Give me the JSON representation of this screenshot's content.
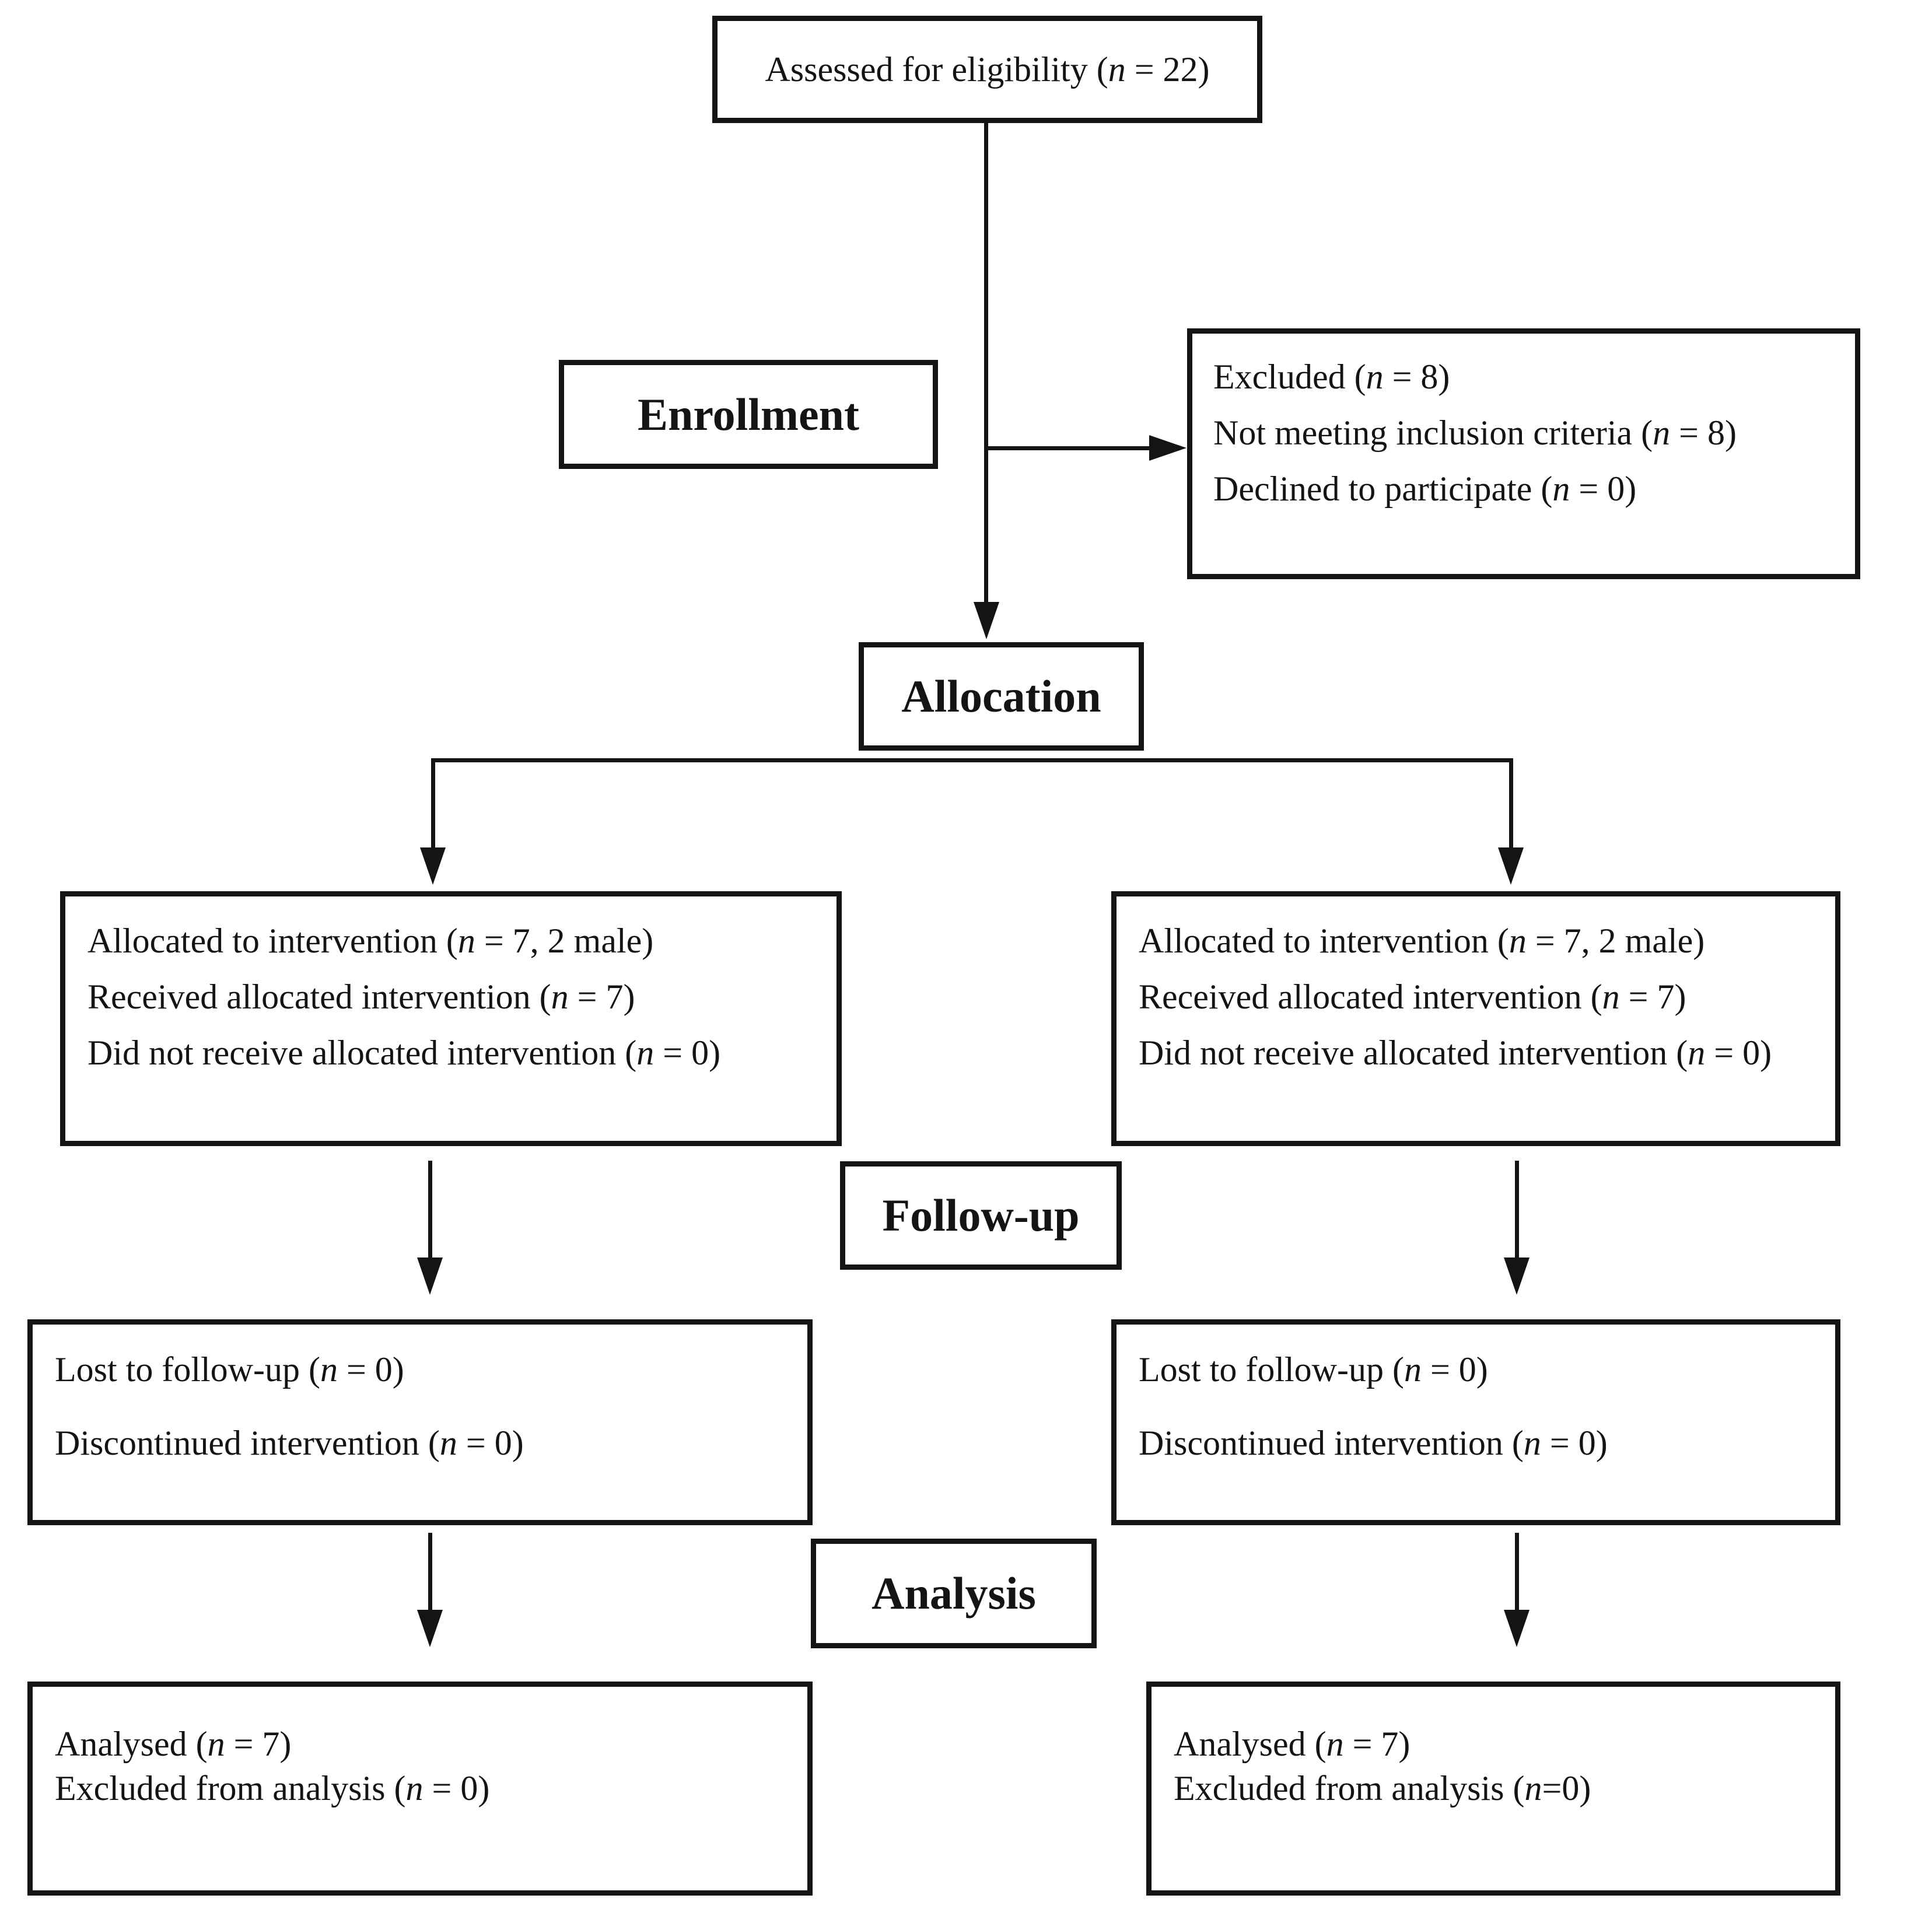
{
  "colors": {
    "ink": "#141414",
    "background": "#ffffff"
  },
  "stages": {
    "enrollment": "Enrollment",
    "allocation": "Allocation",
    "followup": "Follow-up",
    "analysis": "Analysis"
  },
  "boxes": {
    "assessed": {
      "text": "Assessed for eligibility (n = 22)"
    },
    "excluded": {
      "lines": [
        "Excluded (n = 8)",
        "Not meeting inclusion criteria (n = 8)",
        "Declined to participate (n = 0)"
      ]
    },
    "allocated_left": {
      "lines": [
        "Allocated to intervention (n = 7, 2 male)",
        "Received allocated intervention (n = 7)",
        "Did not receive allocated intervention (n = 0)"
      ]
    },
    "allocated_right": {
      "lines": [
        "Allocated to intervention (n = 7, 2 male)",
        "Received allocated intervention (n = 7)",
        "Did not receive allocated intervention (n = 0)"
      ]
    },
    "followup_left": {
      "lines": [
        "Lost to follow-up (n = 0)",
        "Discontinued intervention (n = 0)"
      ]
    },
    "followup_right": {
      "lines": [
        "Lost to follow-up (n = 0)",
        "Discontinued intervention (n = 0)"
      ]
    },
    "analysed_left": {
      "lines": [
        "Analysed (n = 7)",
        "Excluded from analysis (n = 0)"
      ]
    },
    "analysed_right": {
      "lines": [
        "Analysed (n = 7)",
        "Excluded from analysis (n=0)"
      ]
    }
  }
}
